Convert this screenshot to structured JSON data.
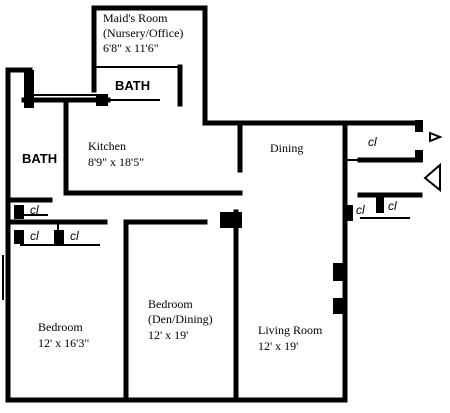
{
  "rooms": {
    "maids_room": {
      "name": "Maid's Room",
      "sub": "(Nursery/Office)",
      "dims": "6'8\" x 11'6\""
    },
    "bath_top": {
      "name": "BATH"
    },
    "bath_left": {
      "name": "BATH"
    },
    "kitchen": {
      "name": "Kitchen",
      "dims": "8'9\" x 18'5\""
    },
    "dining": {
      "name": "Dining"
    },
    "bedroom_left": {
      "name": "Bedroom",
      "dims": "12' x 16'3\""
    },
    "bedroom_mid": {
      "name": "Bedroom",
      "sub": "(Den/Dining)",
      "dims": "12' x 19'"
    },
    "living_room": {
      "name": "Living Room",
      "dims": "12' x 19'"
    }
  },
  "closets": {
    "label": "cl"
  }
}
